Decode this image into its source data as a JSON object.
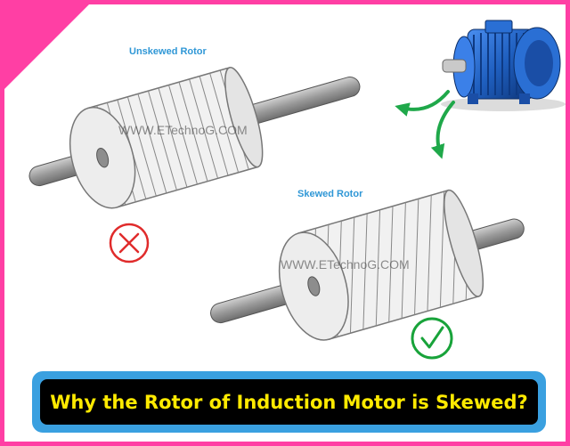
{
  "labels": {
    "unskewed": "Unskewed Rotor",
    "skewed": "Skewed Rotor"
  },
  "watermark": "WWW.ETechnoG.COM",
  "banner": {
    "title": "Why the Rotor of Induction Motor is Skewed?"
  },
  "colors": {
    "border": "#ff3fa4",
    "label": "#2f97d6",
    "banner_bg": "#000000",
    "banner_border": "#3aa0e0",
    "banner_text": "#ffea00",
    "wrong_mark": "#e02b2b",
    "right_mark": "#18a33a",
    "arrow": "#1fa84a",
    "motor": "#1f5fbf"
  },
  "icons": {
    "wrong": "cross-circle-icon",
    "right": "check-circle-icon",
    "rotation": "curved-arrows-icon"
  }
}
